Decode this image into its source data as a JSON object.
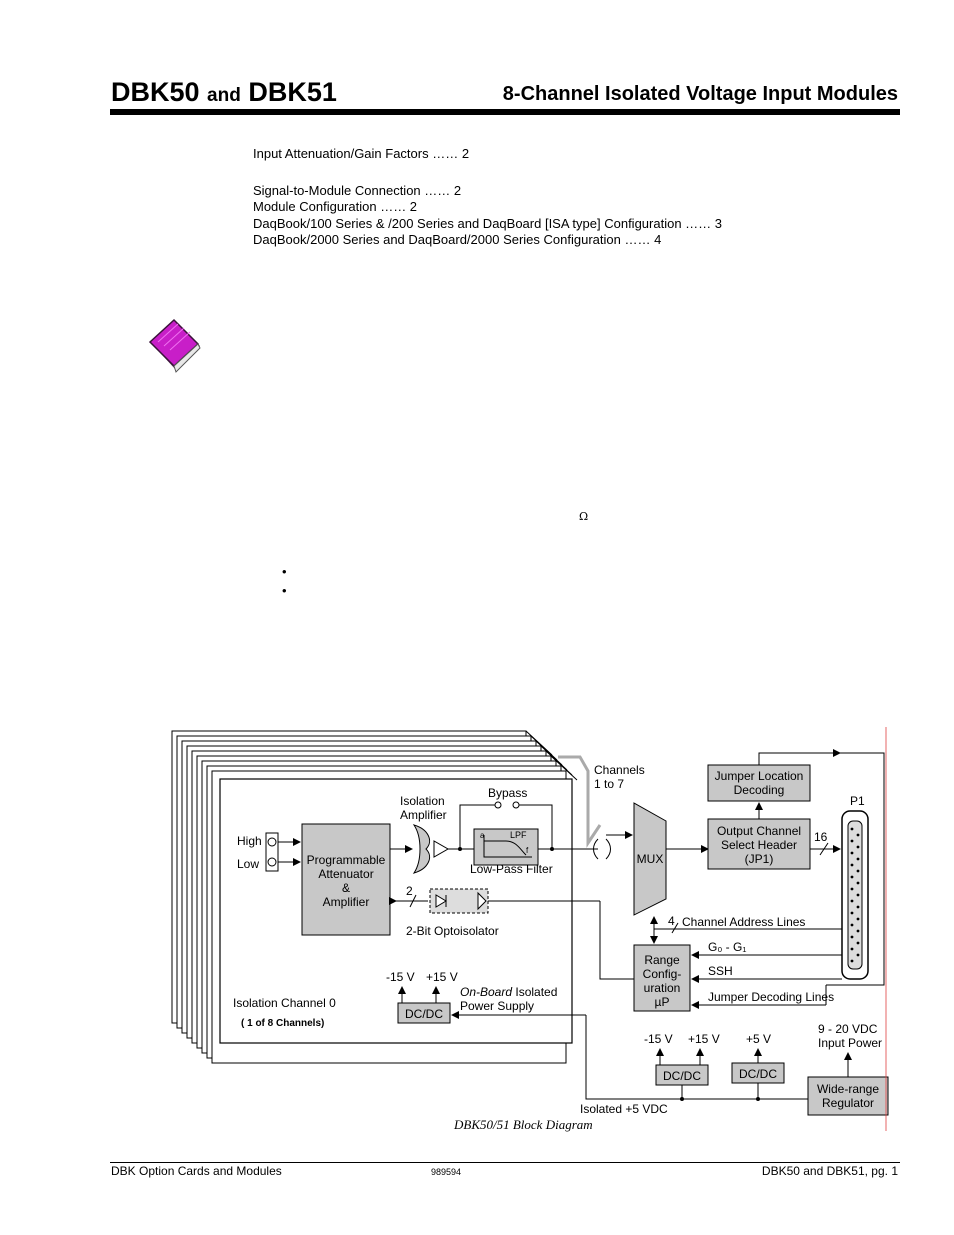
{
  "header": {
    "model_a": "DBK50",
    "and_word": "and",
    "model_b": "DBK51",
    "title": "8-Channel Isolated Voltage Input Modules"
  },
  "toc": [
    "Input Attenuation/Gain Factors …… 2",
    "Signal-to-Module Connection …… 2",
    "Module Configuration …… 2",
    "DaqBook/100 Series & /200 Series and DaqBoard [ISA type] Configuration …… 3",
    "DaqBook/2000 Series and DaqBoard/2000 Series Configuration …… 4"
  ],
  "body": {
    "ohm_symbol": "Ω",
    "bullets": [
      "•",
      "•"
    ]
  },
  "diagram": {
    "channels_label_1": "Channels",
    "channels_label_2": "1 to 7",
    "isolation_amp_1": "Isolation",
    "isolation_amp_2": "Amplifier",
    "bypass": "Bypass",
    "lpf_box": "LPF",
    "lpf_a": "a",
    "lpf_f": "f",
    "low_pass_filter": "Low-Pass Filter",
    "high": "High",
    "low": "Low",
    "attenuator_1": "Programmable",
    "attenuator_2": "Attenuator",
    "attenuator_3": "&",
    "attenuator_4": "Amplifier",
    "opto_bits": "2",
    "optoisolator": "2-Bit Optoisolator",
    "mux": "MUX",
    "jumper_loc_1": "Jumper Location",
    "jumper_loc_2": "Decoding",
    "output_sel_1": "Output Channel",
    "output_sel_2": "Select Header",
    "output_sel_3": "(JP1)",
    "p1": "P1",
    "bus_16": "16",
    "bus_4": "4",
    "bus_2": "2",
    "channel_addr_lines": "Channel Address Lines",
    "g0_g1": "G₀ - G₁",
    "ssh": "SSH",
    "range_1": "Range",
    "range_2": "Config-",
    "range_3": "uration",
    "range_4": "µP",
    "jumper_decoding_lines": "Jumper Decoding Lines",
    "neg15_left": "-15 V",
    "pos15_left": "+15 V",
    "onboard_italic": "On-Board",
    "onboard_rest": " Isolated",
    "power_supply": "Power Supply",
    "dcdc": "DC/DC",
    "iso_channel": "Isolation Channel 0",
    "one_of_8": "( 1 of 8 Channels)",
    "neg15_right": "-15 V",
    "pos15_right": "+15 V",
    "pos5": "+5 V",
    "input_power_1": "9 - 20 VDC",
    "input_power_2": "Input Power",
    "regulator_1": "Wide-range",
    "regulator_2": "Regulator",
    "isolated_5v": "Isolated +5 VDC",
    "caption": "DBK50/51 Block Diagram"
  },
  "footer": {
    "left": "DBK Option Cards and Modules",
    "center": "989594",
    "right": "DBK50 and DBK51,  pg. 1"
  }
}
